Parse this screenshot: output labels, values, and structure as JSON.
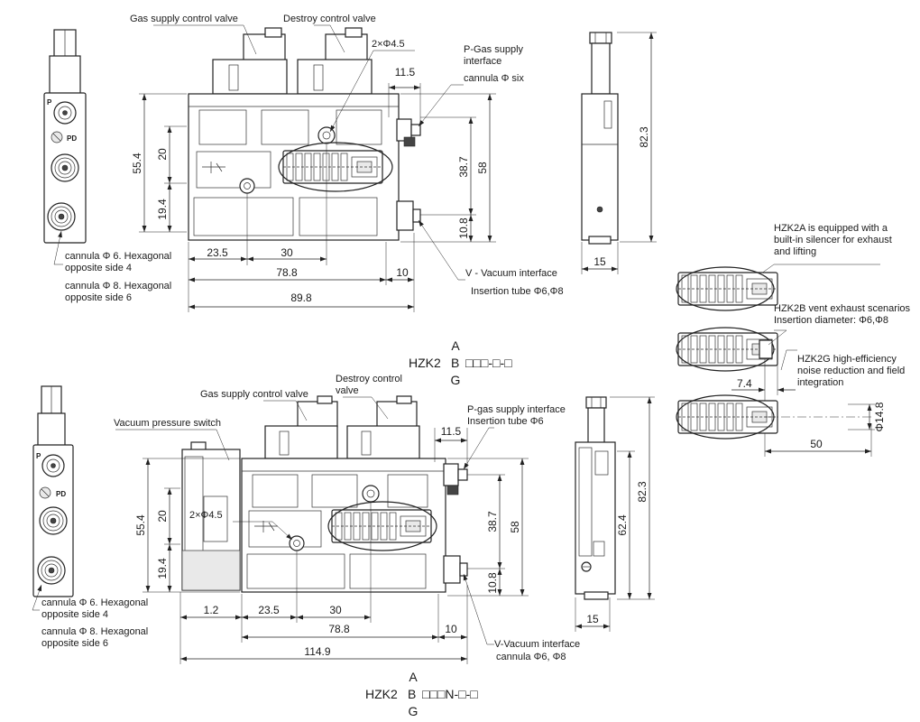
{
  "diagram_top": {
    "labels": {
      "gas_supply_valve": "Gas supply control valve",
      "destroy_valve": "Destroy control valve",
      "holes": "2×Φ4.5",
      "p_gas_supply_1": "P-Gas supply",
      "p_gas_supply_2": "interface",
      "p_cannula": "cannula Φ six",
      "cannula6_1": "cannula Φ 6. Hexagonal",
      "cannula6_2": "opposite side 4",
      "cannula8_1": "cannula Φ 8. Hexagonal",
      "cannula8_2": "opposite side 6",
      "v_vacuum": "V - Vacuum interface",
      "insertion_tube": "Insertion tube Φ6,Φ8",
      "port_p": "P",
      "port_pd": "PD"
    },
    "dims": {
      "d_55_4": "55.4",
      "d_20": "20",
      "d_19_4": "19.4",
      "d_23_5": "23.5",
      "d_30": "30",
      "d_78_8": "78.8",
      "d_10": "10",
      "d_89_8": "89.8",
      "d_11_5": "11.5",
      "d_38_7": "38.7",
      "d_58": "58",
      "d_10_8": "10.8",
      "d_82_3": "82.3",
      "d_15": "15"
    },
    "model": {
      "prefix": "HZK2",
      "opt_a": "A",
      "opt_b": "B",
      "opt_g": "G",
      "suffix": "□□□-□-□"
    }
  },
  "diagram_bottom": {
    "labels": {
      "vacuum_switch": "Vacuum pressure switch",
      "gas_supply_valve": "Gas supply control valve",
      "destroy_valve_1": "Destroy control",
      "destroy_valve_2": "valve",
      "holes": "2×Φ4.5",
      "p_gas_supply": "P-gas supply interface",
      "p_insertion": "Insertion tube Φ6",
      "cannula6_1": "cannula Φ 6. Hexagonal",
      "cannula6_2": "opposite side 4",
      "cannula8_1": "cannula Φ 8. Hexagonal",
      "cannula8_2": "opposite side 6",
      "v_vacuum": "V-Vacuum interface",
      "v_cannula": "cannula Φ6, Φ8",
      "port_p": "P",
      "port_pd": "PD"
    },
    "dims": {
      "d_55_4": "55.4",
      "d_20": "20",
      "d_19_4": "19.4",
      "d_1_2": "1.2",
      "d_23_5": "23.5",
      "d_30": "30",
      "d_78_8": "78.8",
      "d_10": "10",
      "d_114_9": "114.9",
      "d_11_5": "11.5",
      "d_38_7": "38.7",
      "d_58": "58",
      "d_10_8": "10.8",
      "d_82_3": "82.3",
      "d_62_4": "62.4",
      "d_15": "15"
    },
    "model": {
      "prefix": "HZK2",
      "opt_a": "A",
      "opt_b": "B",
      "opt_g": "G",
      "suffix": "□□□N-□-□"
    }
  },
  "variants": {
    "hzk2a_1": "HZK2A is equipped with a",
    "hzk2a_2": "built-in silencer for exhaust",
    "hzk2a_3": "and lifting",
    "hzk2b_1": "HZK2B vent exhaust scenarios",
    "hzk2b_2": "Insertion diameter: Φ6,Φ8",
    "hzk2g_1": "HZK2G high-efficiency",
    "hzk2g_2": "noise reduction and field",
    "hzk2g_3": "integration",
    "d_7_4": "7.4",
    "d_14_8": "Φ14.8",
    "d_50": "50"
  }
}
